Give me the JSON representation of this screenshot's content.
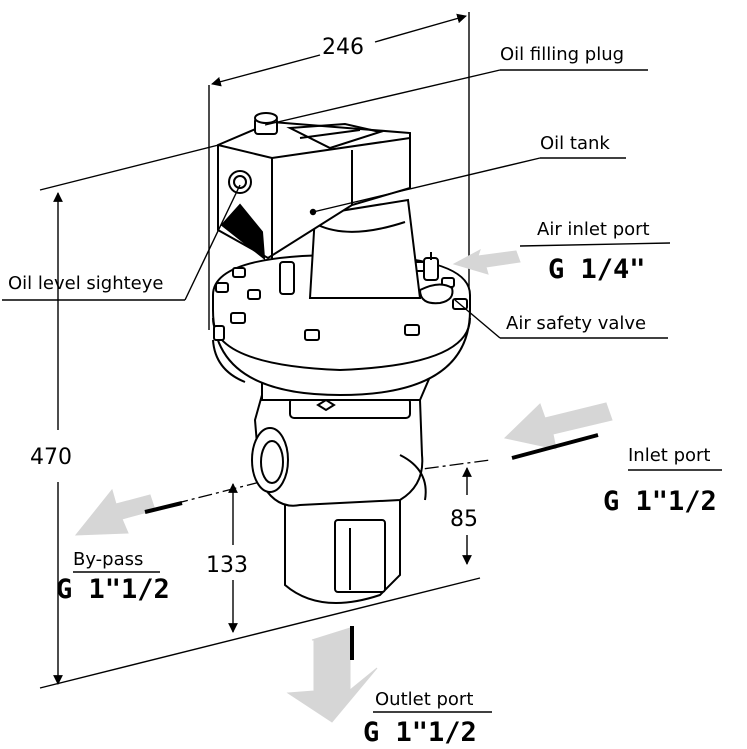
{
  "dimensions": {
    "width": "246",
    "height": "470",
    "bypass_height": "133",
    "inlet_height": "85"
  },
  "labels": {
    "oil_filling_plug": "Oil filling plug",
    "oil_tank": "Oil tank",
    "air_inlet_port": "Air inlet port",
    "air_inlet_size": "G 1/4\"",
    "oil_level_sighteye": "Oil level sighteye",
    "air_safety_valve": "Air safety valve",
    "inlet_port": "Inlet port",
    "inlet_size": "G 1\"1/2",
    "bypass": "By-pass",
    "bypass_size": "G 1\"1/2",
    "outlet_port": "Outlet port",
    "outlet_size": "G 1\"1/2"
  },
  "colors": {
    "line": "#000000",
    "arrow_fill": "#d6d6d6",
    "body_fill": "#ffffff"
  }
}
